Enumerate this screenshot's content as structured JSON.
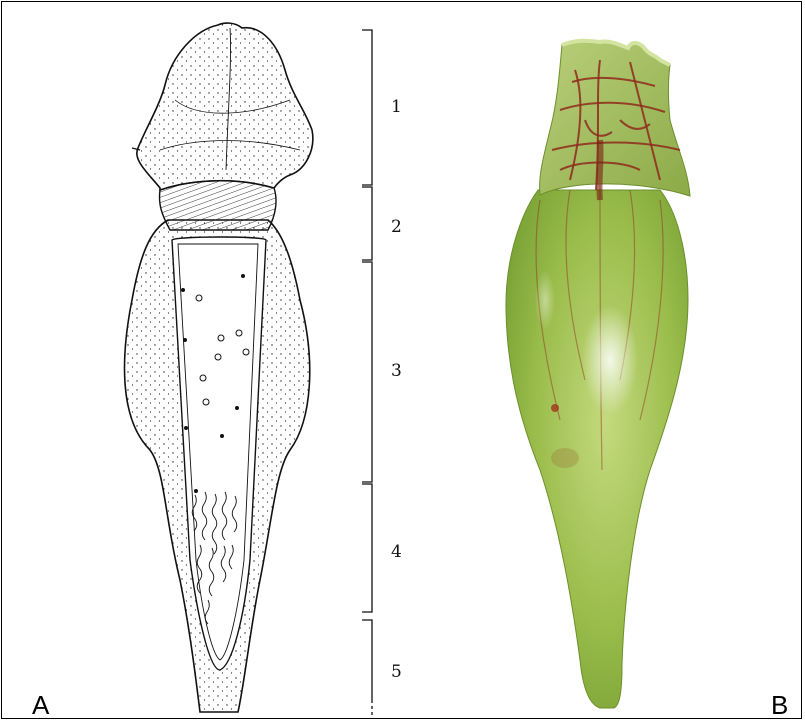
{
  "panels": {
    "left_label": "A",
    "right_label": "B"
  },
  "zones": [
    "1",
    "2",
    "3",
    "4",
    "5"
  ],
  "colors": {
    "ink": "#111111",
    "pitcher_green": "#8fb545",
    "vein_red": "#8e2a1c",
    "lid_green": "#a8c46a"
  }
}
